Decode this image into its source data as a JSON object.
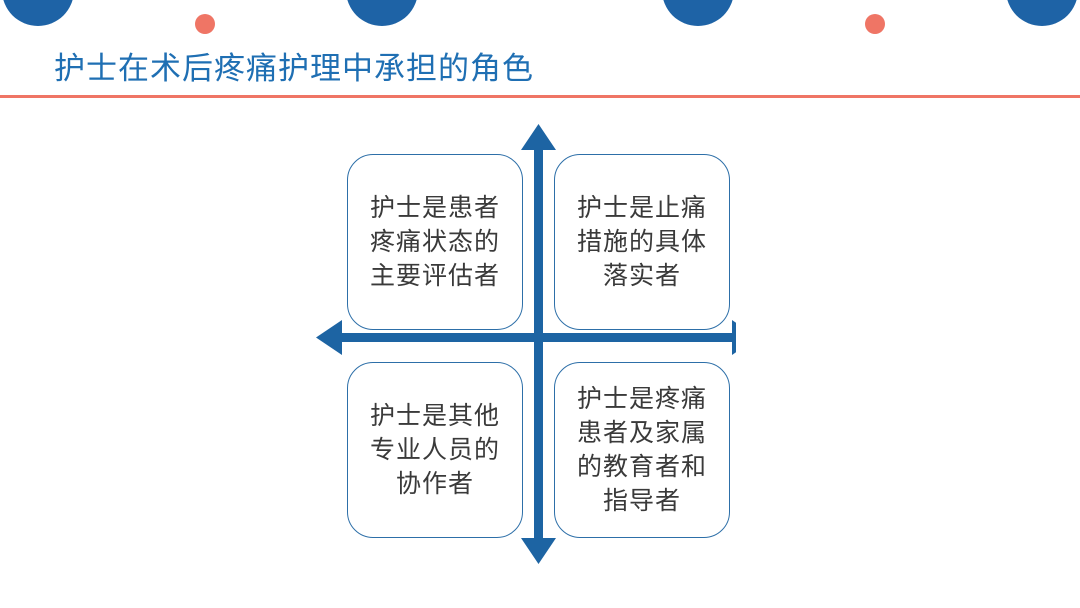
{
  "slide": {
    "title": "护士在术后疼痛护理中承担的角色"
  },
  "quadrants": {
    "top_left": {
      "lines": [
        "护士是患者",
        "疼痛状态的",
        "主要评估者"
      ]
    },
    "top_right": {
      "lines": [
        "护士是止痛",
        "措施的具体",
        "落实者"
      ]
    },
    "bottom_left": {
      "lines": [
        "护士是其他",
        "专业人员的",
        "协作者"
      ]
    },
    "bottom_right": {
      "lines": [
        "护士是疼痛",
        "患者及家属",
        "的教育者和",
        "指导者"
      ]
    }
  },
  "colors": {
    "accent_blue": "#1e63a6",
    "title_blue": "#1f6fb3",
    "accent_red": "#ef7565",
    "arrow_blue": "#1d64a3"
  }
}
